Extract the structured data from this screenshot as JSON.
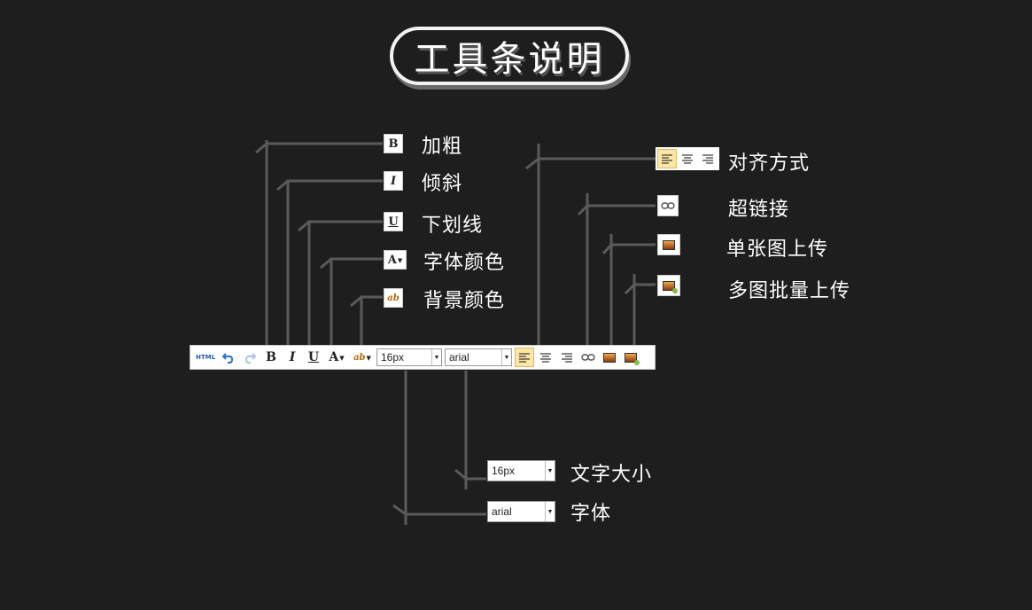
{
  "title": "工具条说明",
  "legend": {
    "bold": {
      "icon_text": "B",
      "label": "加粗"
    },
    "italic": {
      "icon_text": "I",
      "label": "倾斜"
    },
    "underline": {
      "icon_text": "U",
      "label": "下划线"
    },
    "font_color": {
      "icon_text": "A",
      "label": "字体颜色"
    },
    "bg_color": {
      "icon_text": "ab",
      "label": "背景颜色"
    },
    "align": {
      "label": "对齐方式"
    },
    "link": {
      "label": "超链接"
    },
    "single_image": {
      "label": "单张图上传"
    },
    "multi_image": {
      "label": "多图批量上传"
    },
    "font_size": {
      "value": "16px",
      "label": "文字大小"
    },
    "font_family": {
      "value": "arial",
      "label": "字体"
    }
  },
  "toolbar": {
    "html_label": "HTML",
    "bold": "B",
    "italic": "I",
    "underline": "U",
    "font_color": "A",
    "bg_color": "ab",
    "font_size_value": "16px",
    "font_family_value": "arial"
  },
  "colors": {
    "background": "#1e1e1e",
    "connector": "#5a5a5a",
    "active_button": "#fde6a6"
  }
}
